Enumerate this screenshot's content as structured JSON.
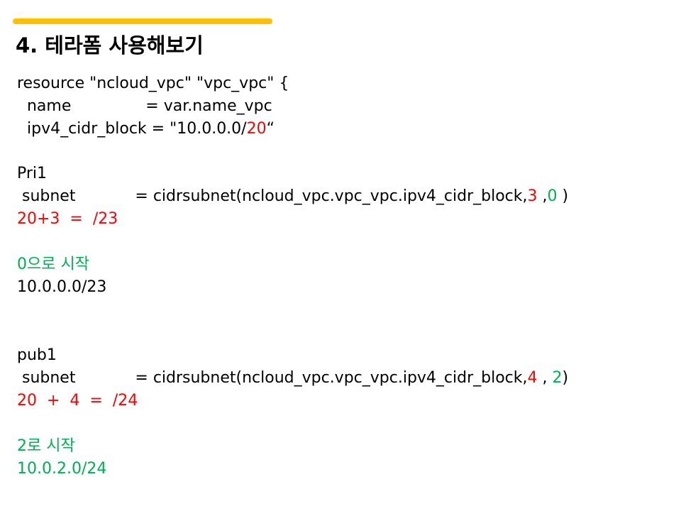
{
  "colors": {
    "accent": "#FFC000",
    "red": "#FF0000",
    "green": "#00B050",
    "text": "#000000"
  },
  "title": "4. 테라폼 사용해보기",
  "vpc": {
    "header": "resource \"ncloud_vpc\" \"vpc_vpc\" {",
    "name_line": "  name               = var.name_vpc",
    "cidr_prefix": "  ipv4_cidr_block = \"10.0.0.0/",
    "cidr_mask": "20",
    "cidr_suffix": "“"
  },
  "pri1": {
    "label": "Pri1",
    "subnet_prefix": " subnet            = cidrsubnet(ncloud_vpc.vpc_vpc.ipv4_cidr_block,",
    "newbits": "3",
    "sep": " ,",
    "netnum": "0",
    "close": " )",
    "calc": "20+3  =  /23",
    "start_num": "0",
    "start_text": "으로 시작",
    "result": "10.0.0.0/23"
  },
  "pub1": {
    "label": "pub1",
    "subnet_prefix": " subnet            = cidrsubnet(ncloud_vpc.vpc_vpc.ipv4_cidr_block,",
    "newbits": "4",
    "sep": " , ",
    "netnum": "2",
    "close": ")",
    "calc": "20  +  4  =  /24",
    "start_num": "2",
    "start_text": "로 시작",
    "result": "10.0.2.0/24"
  }
}
